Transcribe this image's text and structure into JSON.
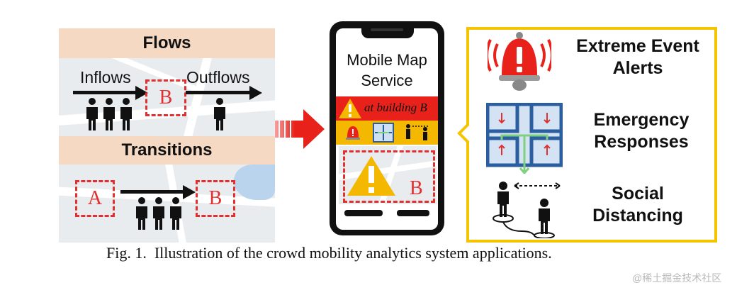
{
  "flows": {
    "title": "Flows",
    "inflows_label": "Inflows",
    "outflows_label": "Outflows",
    "box_label": "B"
  },
  "transitions": {
    "title": "Transitions",
    "from_label": "A",
    "to_label": "B"
  },
  "phone": {
    "header": "Mobile Map\nService",
    "alert_text": "at building B",
    "map_label": "B"
  },
  "applications": [
    {
      "title": "Extreme Event\nAlerts",
      "icon": "alarm-bell-icon"
    },
    {
      "title": "Emergency\nResponses",
      "icon": "evacuation-plan-icon"
    },
    {
      "title": "Social\nDistancing",
      "icon": "social-distancing-icon"
    }
  ],
  "caption": "Fig. 1.  Illustration of the crowd mobility analytics system applications.",
  "watermark": "@稀土掘金技术社区",
  "colors": {
    "alert_red": "#e8221b",
    "alert_yellow": "#f5b800",
    "dash_red": "#e03030",
    "bracket_yellow": "#f5c400",
    "panel_title_bg": "#f6d9c3"
  }
}
